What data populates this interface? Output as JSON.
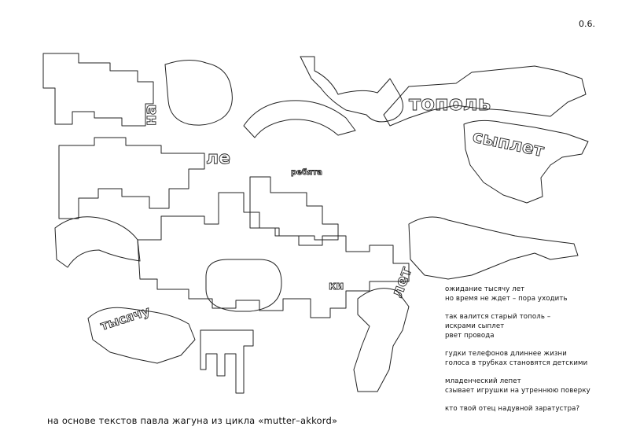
{
  "page": {
    "number": "0.6."
  },
  "poem": {
    "stanzas": [
      {
        "lines": [
          "ожидание тысячу лет",
          "но время не ждет – пора уходить"
        ]
      },
      {
        "lines": [
          "так валится старый тополь –",
          "искрами сыплет",
          "рвет провода"
        ]
      },
      {
        "lines": [
          "гудки телефонов длиннее жизни",
          "голоса в трубках становятся детскими"
        ]
      },
      {
        "lines": [
          "младенческий лепет",
          "сзывает игрушки на утреннюю поверку"
        ]
      },
      {
        "lines": [
          "кто твой отец надувной заратустра?"
        ]
      }
    ]
  },
  "caption": "на основе текстов павла жагуна из цикла «mutter–akkord»",
  "artwork": {
    "fragments": [
      "на",
      "тополь",
      "ле",
      "сыплет",
      "лет",
      "ки",
      "ребята",
      "тысячу"
    ]
  }
}
